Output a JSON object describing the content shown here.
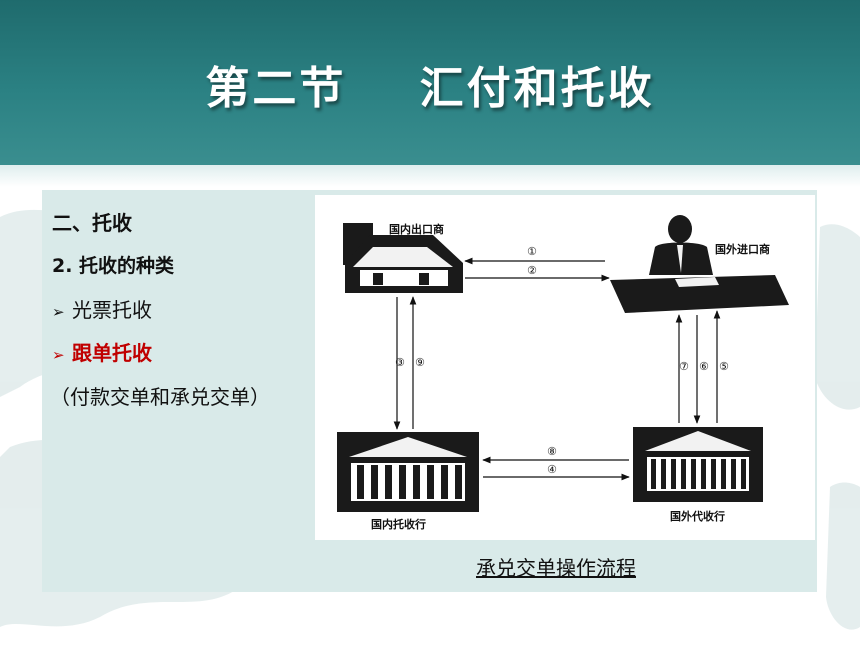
{
  "slide": {
    "title": "第二节    汇付和托收"
  },
  "content": {
    "heading": "二、托收",
    "subheading": "2. 托收的种类",
    "bullets": [
      {
        "marker": "➢",
        "text": "光票托收",
        "color": "#111111"
      },
      {
        "marker": "➢",
        "text": "跟单托收",
        "color": "#c00000"
      }
    ],
    "note": "（付款交单和承兑交单）"
  },
  "diagram": {
    "nodes": {
      "exporter": "国内出口商",
      "importer": "国外进口商",
      "domestic_bank": "国内托收行",
      "foreign_bank": "国外代收行"
    },
    "steps": {
      "s1": "①",
      "s2": "②",
      "s3": "③",
      "s4": "④",
      "s5": "⑤",
      "s6": "⑥",
      "s7": "⑦",
      "s8": "⑧",
      "s9": "⑨"
    },
    "caption": "承兑交单操作流程"
  },
  "colors": {
    "header": "#2b8183",
    "panel": "#d9eae9",
    "highlight": "#c00000"
  }
}
